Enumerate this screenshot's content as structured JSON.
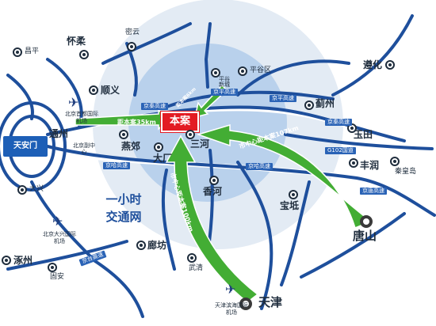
{
  "center": "本案",
  "ring": {
    "line1": "一小时",
    "line2": "交通网"
  },
  "arrows": {
    "beijing_distance": "距本案35km",
    "center_distance": "市中心距本案107km",
    "tianjin_distance": "市中心距本案100km",
    "pinggu_distance": "距本案6km"
  },
  "places": {
    "tiananmen": "天安门",
    "changping": "昌平",
    "huairou": "怀柔",
    "miyun": "密云",
    "shunyi": "顺义",
    "tongzhou": "通州",
    "daxing": "大兴",
    "zhuozhou": "涿州",
    "gu_an": "固安",
    "yanjiao": "燕郊",
    "dachang": "大厂",
    "sanhe": "三河",
    "xianghe": "香河",
    "langfang": "廊坊",
    "wuqing": "武清",
    "tianjin": "天津",
    "baodi": "宝坻",
    "pinggu": "平谷区",
    "pinggu_town": "平谷新城",
    "jizhou": "蓟州",
    "zunhua": "遵化",
    "yutian": "玉田",
    "fengrun": "丰润",
    "qinhuangdao": "秦皇岛",
    "tangshan": "唐山"
  },
  "airports": {
    "capital": "北京首都国际机场",
    "daxing": "北京大兴国际机场",
    "tianjin": "天津滨海国际机场",
    "tongzhou_cbd": "北京副中心"
  },
  "roads": {
    "jingping": "京平高速",
    "jingqin": "京秦高速",
    "jingha": "京哈高速",
    "jingha2": "京哈高速",
    "g102": "G102国道",
    "jingtang": "京唐高速",
    "jingtai": "京台高速",
    "jingping2": "京平高速",
    "jingqin2": "京秦高速"
  }
}
